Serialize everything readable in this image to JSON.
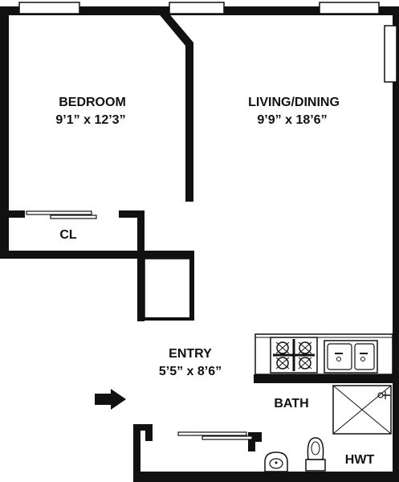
{
  "rooms": {
    "bedroom": {
      "name": "BEDROOM",
      "dimensions": "9’1” x 12’3”"
    },
    "living_dining": {
      "name": "LIVING/DINING",
      "dimensions": "9’9” x 18’6”"
    },
    "closet": {
      "name": "CL"
    },
    "entry": {
      "name": "ENTRY",
      "dimensions": "5’5” x 8’6”"
    },
    "bath": {
      "name": "BATH"
    },
    "hwt": {
      "name": "HWT"
    }
  },
  "colors": {
    "wall": "#111111",
    "fixture": "#222222",
    "background": "#ffffff"
  },
  "icons": {
    "entrance": "arrow-right-icon",
    "stove": "stove-icon",
    "sink": "kitchen-sink-icon",
    "shower": "shower-icon",
    "toilet": "toilet-icon",
    "basin": "bath-sink-icon"
  }
}
